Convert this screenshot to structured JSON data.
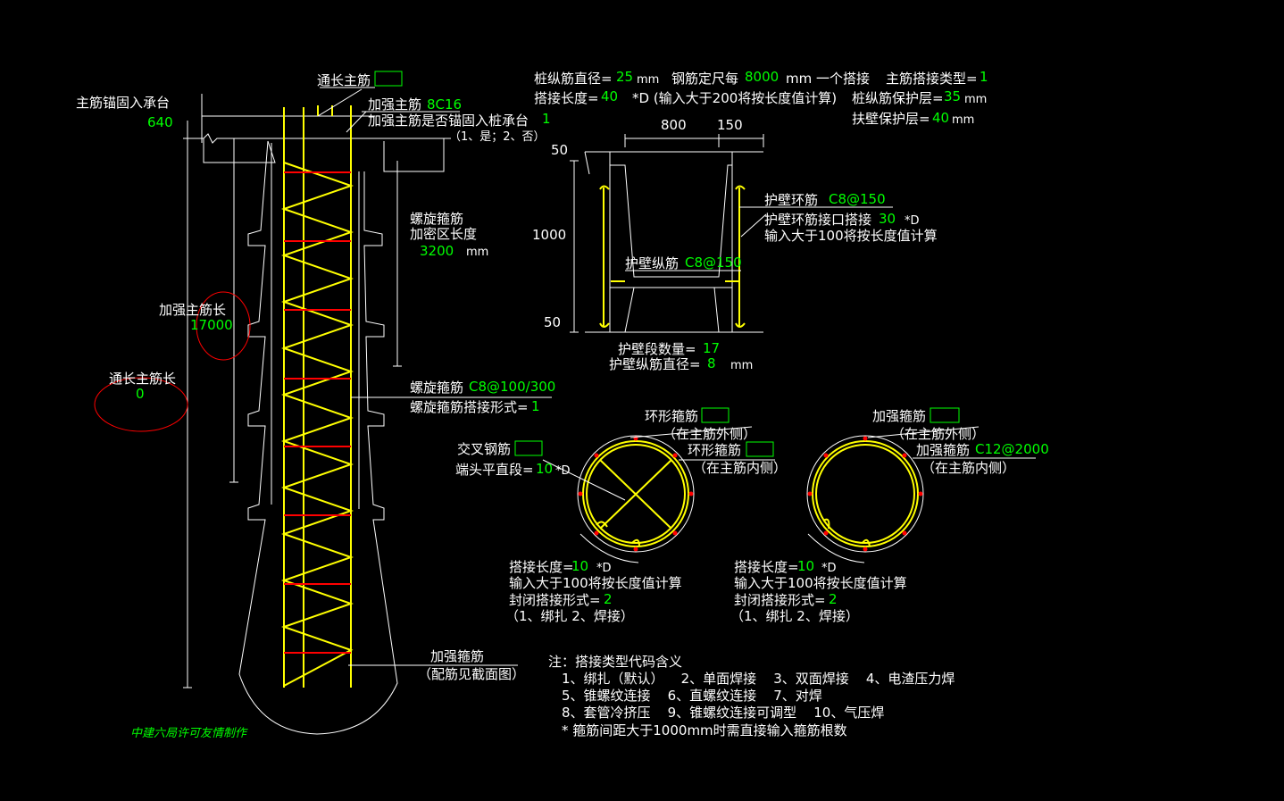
{
  "colors": {
    "background": "#000000",
    "line": "#ffffff",
    "rebar": "#ffff00",
    "highlight": "#ff0000",
    "value": "#00ff00"
  },
  "pile": {
    "anchor_label": "主筋锚固入承台",
    "anchor_value": "640",
    "full_main_label": "通长主筋",
    "full_main_value": "",
    "reinforce_main_label": "加强主筋",
    "reinforce_main_value": "8C16",
    "reinforce_anchor_label": "加强主筋是否锚固入桩承台",
    "reinforce_anchor_value": "1",
    "reinforce_anchor_hint": "（1、是；2、否）",
    "spiral_label_1": "螺旋箍筋",
    "spiral_label_2": "加密区长度",
    "spiral_dense_value": "3200",
    "spiral_dense_unit": "mm",
    "reinforce_len_label": "加强主筋长",
    "reinforce_len_value": "17000",
    "full_len_label": "通长主筋长",
    "full_len_value": "0",
    "spiral_spec_label": "螺旋箍筋",
    "spiral_spec_value": "C8@100/300",
    "spiral_lap_label": "螺旋箍筋搭接形式=",
    "spiral_lap_value": "1",
    "stirrup_label": "加强箍筋",
    "stirrup_hint": "（配筋见截面图）",
    "credit": "中建六局许可友情制作"
  },
  "header": {
    "diameter_label": "桩纵筋直径=",
    "diameter_value": "25",
    "diameter_unit": "mm",
    "length_label": "钢筋定尺每",
    "length_value": "8000",
    "length_unit": "mm 一个搭接",
    "lap_type_label": "主筋搭接类型=",
    "lap_type_value": "1",
    "lap_len_label": "搭接长度=",
    "lap_len_value": "40",
    "lap_len_hint": "*D (输入大于200将按长度值计算)",
    "cover_label": "桩纵筋保护层=",
    "cover_value": "35",
    "cover_unit": "mm",
    "wall_cover_label": "扶壁保护层=",
    "wall_cover_value": "40",
    "wall_cover_unit": "mm"
  },
  "wall": {
    "dim_800": "800",
    "dim_150": "150",
    "dim_50_top": "50",
    "dim_1000": "1000",
    "dim_50_bottom": "50",
    "ring_label": "护壁环筋",
    "ring_value": "C8@150",
    "ring_lap_label": "护壁环筋接口搭接",
    "ring_lap_value": "30",
    "ring_lap_unit": "*D",
    "ring_lap_hint": "输入大于100将按长度值计算",
    "long_label": "护壁纵筋",
    "long_value": "C8@150",
    "count_label": "护壁段数量=",
    "count_value": "17",
    "long_dia_label": "护壁纵筋直径=",
    "long_dia_value": "8",
    "long_dia_unit": "mm"
  },
  "section1": {
    "ring_out_label": "环形箍筋",
    "ring_out_value": "",
    "ring_out_hint": "（在主筋外侧）",
    "ring_in_label": "环形箍筋",
    "ring_in_value": "",
    "ring_in_hint": "（在主筋内侧）",
    "cross_label": "交叉钢筋",
    "cross_value": "",
    "end_label": "端头平直段=",
    "end_value": "10",
    "end_unit": "*D",
    "lap_label": "搭接长度=",
    "lap_value": "10",
    "lap_unit": "*D",
    "lap_hint": "输入大于100将按长度值计算",
    "close_label": "封闭搭接形式=",
    "close_value": "2",
    "close_hint": "（1、绑扎  2、焊接）"
  },
  "section2": {
    "out_label": "加强箍筋",
    "out_value": "",
    "out_hint": "（在主筋外侧）",
    "in_label": "加强箍筋",
    "in_value": "C12@2000",
    "in_hint": "（在主筋内侧）",
    "lap_label": "搭接长度=",
    "lap_value": "10",
    "lap_unit": "*D",
    "lap_hint": "输入大于100将按长度值计算",
    "close_label": "封闭搭接形式=",
    "close_value": "2",
    "close_hint": "（1、绑扎  2、焊接）"
  },
  "notes": {
    "title": "注：搭接类型代码含义",
    "line1": "1、绑扎（默认）    2、单面焊接    3、双面焊接    4、电渣压力焊",
    "line2": "5、锥螺纹连接    6、直螺纹连接    7、对焊",
    "line3": "8、套管冷挤压    9、锥螺纹连接可调型    10、气压焊",
    "line4": "* 箍筋间距大于1000mm时需直接输入箍筋根数"
  }
}
